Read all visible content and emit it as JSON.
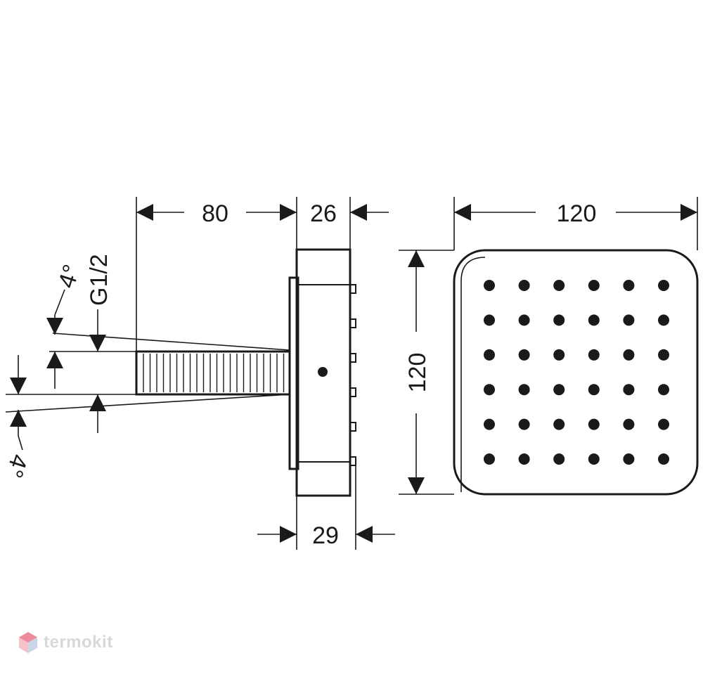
{
  "dimensions": {
    "arm_length": "80",
    "head_depth": "26",
    "head_depth_total": "29",
    "head_width": "120",
    "head_height": "120",
    "thread": "G1/2",
    "tilt_upper": "4°",
    "tilt_lower": "4°"
  },
  "nozzles": {
    "rows": 6,
    "cols": 6
  },
  "colors": {
    "line": "#1a1a1a",
    "watermark": "#d8d8d8",
    "logo_accent": "#e85d75"
  },
  "watermark": {
    "text": "termokit",
    "icon": "hexagon-logo-icon"
  }
}
